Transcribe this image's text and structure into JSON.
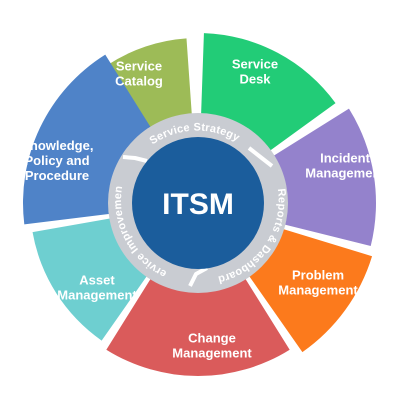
{
  "center": {
    "title": "ITSM",
    "color": "#1b5d9c"
  },
  "ring": {
    "color": "#c9ccd2",
    "labels": [
      {
        "key": "strategy",
        "text": "Service Strategy"
      },
      {
        "key": "reports",
        "text": "Reports & Dashboard"
      },
      {
        "key": "improvement",
        "text": "Service Improvement"
      }
    ]
  },
  "segments": [
    {
      "key": "service-catalog",
      "lines": [
        "Service",
        "Catalog"
      ],
      "color": "#9dbb57"
    },
    {
      "key": "service-desk",
      "lines": [
        "Service",
        "Desk"
      ],
      "color": "#22cc77"
    },
    {
      "key": "incident-management",
      "lines": [
        "Incident",
        "Management"
      ],
      "color": "#9482cc"
    },
    {
      "key": "problem-management",
      "lines": [
        "Problem",
        "Management"
      ],
      "color": "#fc7a1c"
    },
    {
      "key": "change-management",
      "lines": [
        "Change",
        "Management"
      ],
      "color": "#da5b5b"
    },
    {
      "key": "asset-management",
      "lines": [
        "Asset",
        "Management"
      ],
      "color": "#6ecfd0"
    },
    {
      "key": "knowledge-policy-procedure",
      "lines": [
        "Knowledge,",
        "Policy and",
        "Procedure"
      ],
      "color": "#4f83c8"
    }
  ]
}
